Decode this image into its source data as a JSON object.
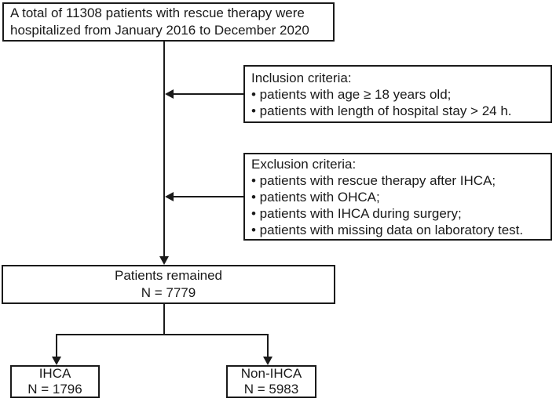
{
  "colors": {
    "ink": "#1a1a1a",
    "paper": "#ffffff"
  },
  "diagram": {
    "enrollment": {
      "lines": [
        "A total of 11308 patients with rescue therapy were",
        "hospitalized from January 2016 to December 2020"
      ]
    },
    "inclusion": {
      "title": "Inclusion criteria:",
      "items": [
        "• patients with age ≥ 18 years old;",
        "• patients with length of hospital stay > 24 h."
      ]
    },
    "exclusion": {
      "title": "Exclusion criteria:",
      "items": [
        "• patients with rescue therapy after IHCA;",
        "• patients with OHCA;",
        "• patients with IHCA during surgery;",
        "• patients with missing data on laboratory test."
      ]
    },
    "remained": {
      "label": "Patients remained",
      "count": "N = 7779"
    },
    "ihca": {
      "label": "IHCA",
      "count": "N = 1796"
    },
    "non_ihca": {
      "label": "Non-IHCA",
      "count": "N = 5983"
    }
  }
}
